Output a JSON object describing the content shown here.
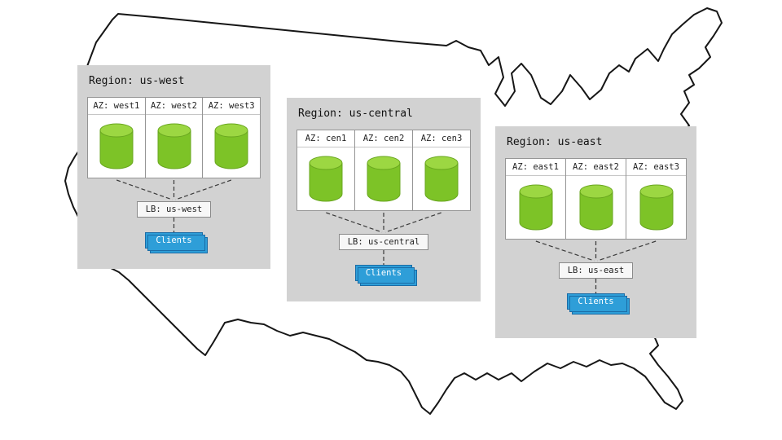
{
  "diagram": {
    "map_name": "united-states-outline",
    "regions": [
      {
        "title": "Region: us-west",
        "azs": [
          "AZ: west1",
          "AZ: west2",
          "AZ: west3"
        ],
        "lb": "LB: us-west",
        "clients": "Clients"
      },
      {
        "title": "Region: us-central",
        "azs": [
          "AZ: cen1",
          "AZ: cen2",
          "AZ: cen3"
        ],
        "lb": "LB: us-central",
        "clients": "Clients"
      },
      {
        "title": "Region: us-east",
        "azs": [
          "AZ: east1",
          "AZ: east2",
          "AZ: east3"
        ],
        "lb": "LB: us-east",
        "clients": "Clients"
      }
    ],
    "colors": {
      "region_background": "#d2d2d2",
      "az_panel_background": "#ffffff",
      "cylinder_body": "#7dc327",
      "cylinder_top": "#9cd742",
      "cylinder_stroke": "#69a71f",
      "clients_fill": "#2e9ed8",
      "clients_border": "#1b6ca6",
      "connector": "#3a3a3a",
      "map_outline": "#161616"
    }
  }
}
